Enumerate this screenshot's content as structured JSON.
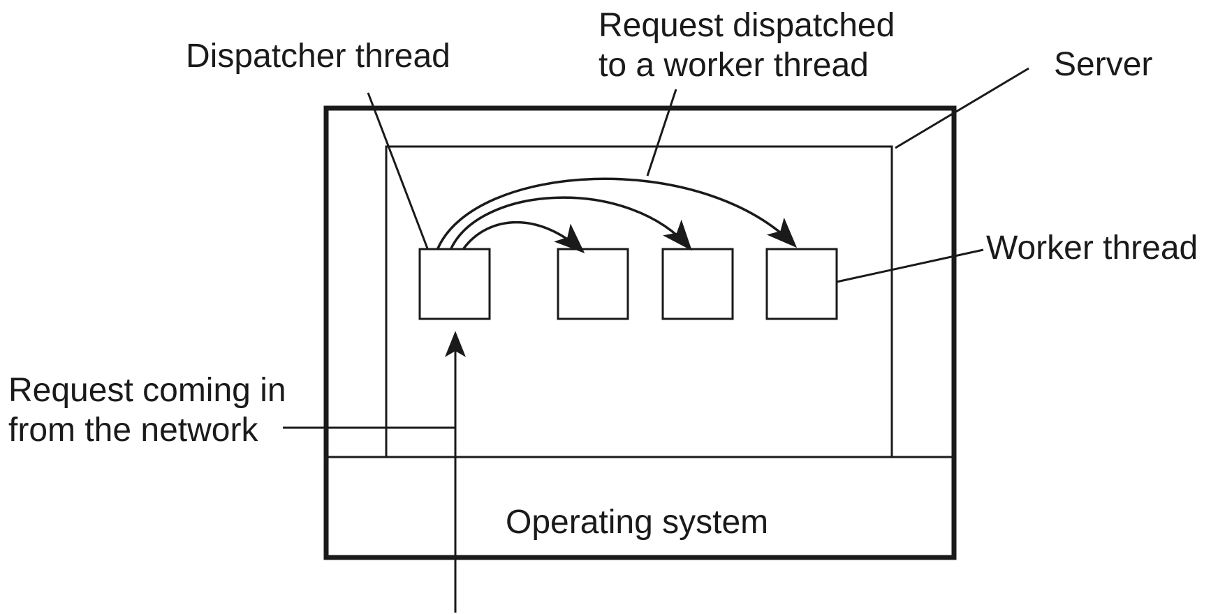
{
  "figure": {
    "background_color": "#ffffff",
    "ink_color": "#1a1a1a"
  },
  "labels": {
    "dispatcher_thread": "Dispatcher thread",
    "request_dispatched": "Request dispatched\nto a worker thread",
    "server": "Server",
    "worker_thread": "Worker thread",
    "request_coming_in": "Request coming in\nfrom the network",
    "operating_system": "Operating system"
  },
  "structure": {
    "thread_square_count": 4,
    "dispatch_arrow_count": 3,
    "network_request_arrow_count": 1
  }
}
